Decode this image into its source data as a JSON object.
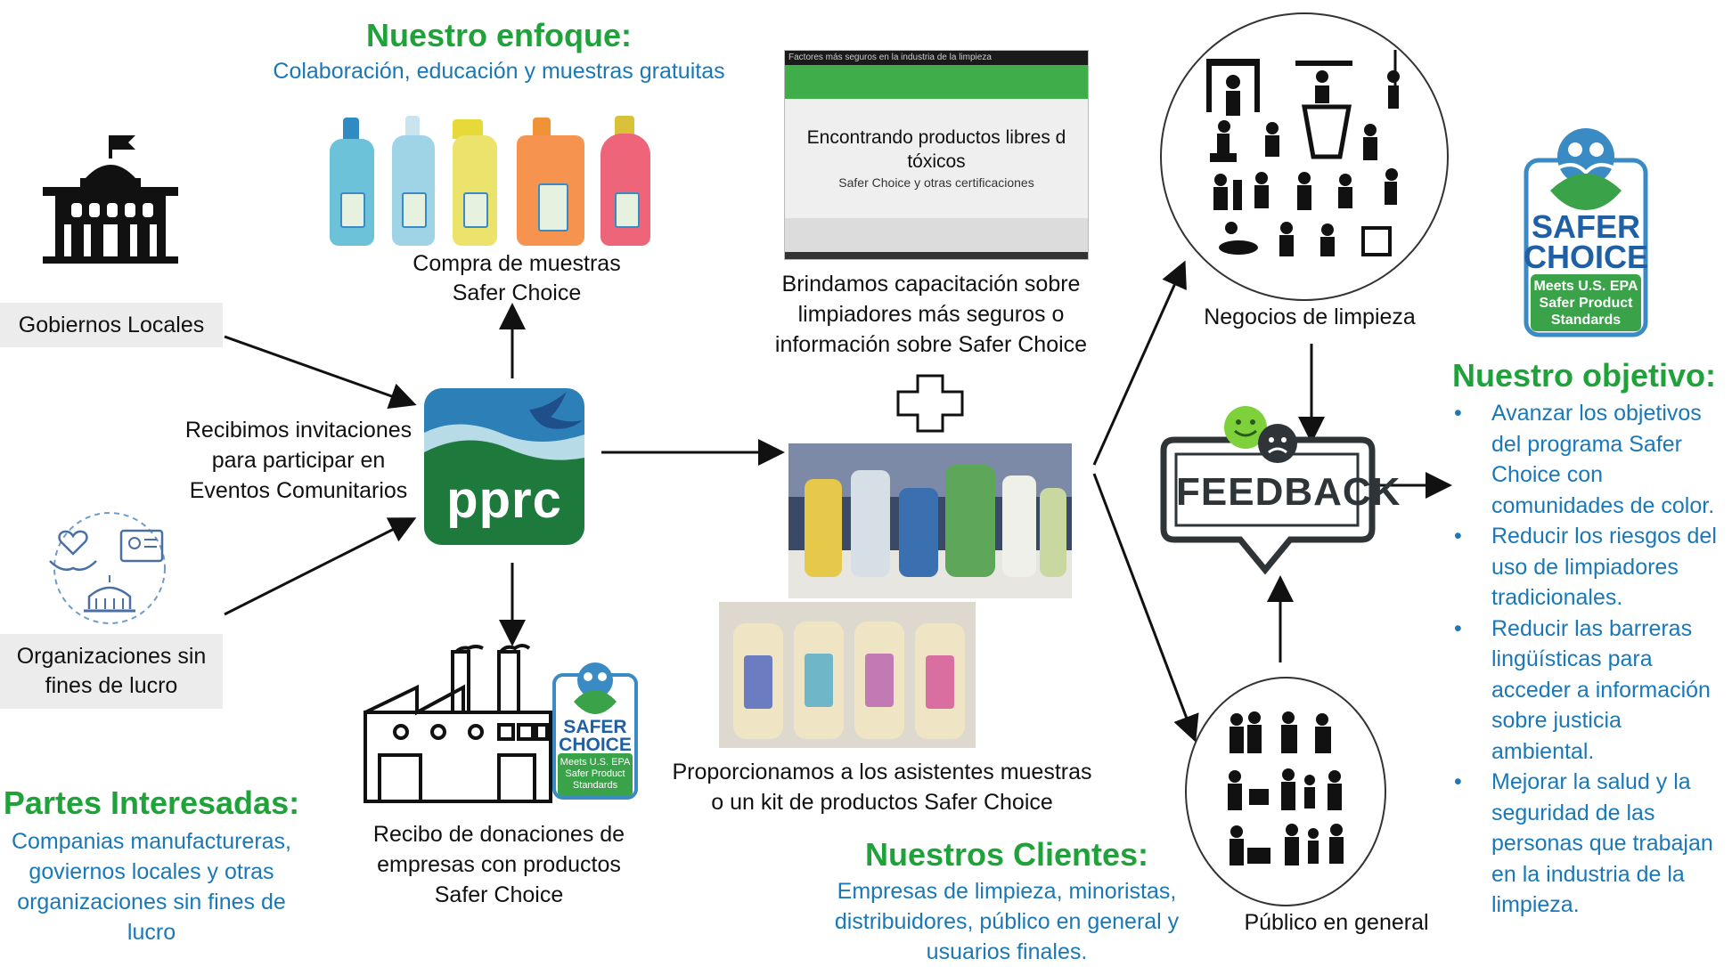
{
  "approach": {
    "heading": "Nuestro enfoque:",
    "subtitle": "Colaboración, educación y muestras gratuitas"
  },
  "sources": {
    "local_gov": "Gobiernos Locales",
    "nonprofits_line1": "Organizaciones sin",
    "nonprofits_line2": "fines de lucro"
  },
  "invitations": {
    "line1": "Recibimos invitaciones",
    "line2": "para participar en",
    "line3": "Eventos Comunitarios"
  },
  "logo": {
    "text": "pprc"
  },
  "purchase": {
    "line1": "Compra de muestras",
    "line2": "Safer Choice"
  },
  "donations": {
    "line1": "Recibo de donaciones de",
    "line2": "empresas con productos",
    "line3": "Safer Choice"
  },
  "training": {
    "video_bar": "Factores más seguros en la industria de la limpieza",
    "video_title_line1": "Encontrando productos libres d",
    "video_title_line2": "tóxicos",
    "video_subtitle": "Safer Choice y otras certificaciones",
    "line1": "Brindamos capacitación sobre",
    "line2": "limpiadores más seguros o",
    "line3": "información sobre Safer Choice"
  },
  "kits": {
    "line1": "Proporcionamos a los asistentes muestras",
    "line2": "o un kit de productos Safer Choice"
  },
  "audiences": {
    "cleaning": "Negocios de limpieza",
    "public": "Público en general"
  },
  "feedback": {
    "word": "FEEDBACK"
  },
  "safer_choice": {
    "line1": "SAFER",
    "line2": "CHOICE",
    "sub1": "Meets U.S. EPA",
    "sub2": "Safer Product",
    "sub3": "Standards"
  },
  "objective": {
    "heading": "Nuestro objetivo:",
    "bullet": "•",
    "items": [
      [
        "Avanzar los objetivos",
        "del programa Safer",
        "Choice con",
        "comunidades de color."
      ],
      [
        "Reducir los riesgos del",
        "uso de limpiadores",
        "tradicionales."
      ],
      [
        "Reducir las barreras",
        "lingüísticas para",
        "acceder a información",
        "sobre justicia",
        "ambiental."
      ],
      [
        "Mejorar la salud y la",
        "seguridad de las",
        "personas que trabajan",
        "en la industria de la",
        "limpieza."
      ]
    ]
  },
  "stakeholders": {
    "heading": "Partes Interesadas:",
    "line1": "Companias manufactureras,",
    "line2": "goviernos locales y otras",
    "line3": "organizaciones sin fines de",
    "line4": "lucro"
  },
  "clients": {
    "heading": "Nuestros Clientes:",
    "line1": "Empresas de limpieza, minoristas,",
    "line2": "distribuidores, público en general y",
    "line3": "usuarios finales."
  },
  "colors": {
    "green_heading": "#1fa23a",
    "blue_text": "#1a78b8",
    "pprc_green": "#1e7a3c",
    "pprc_sky": "#2d7fb7"
  }
}
